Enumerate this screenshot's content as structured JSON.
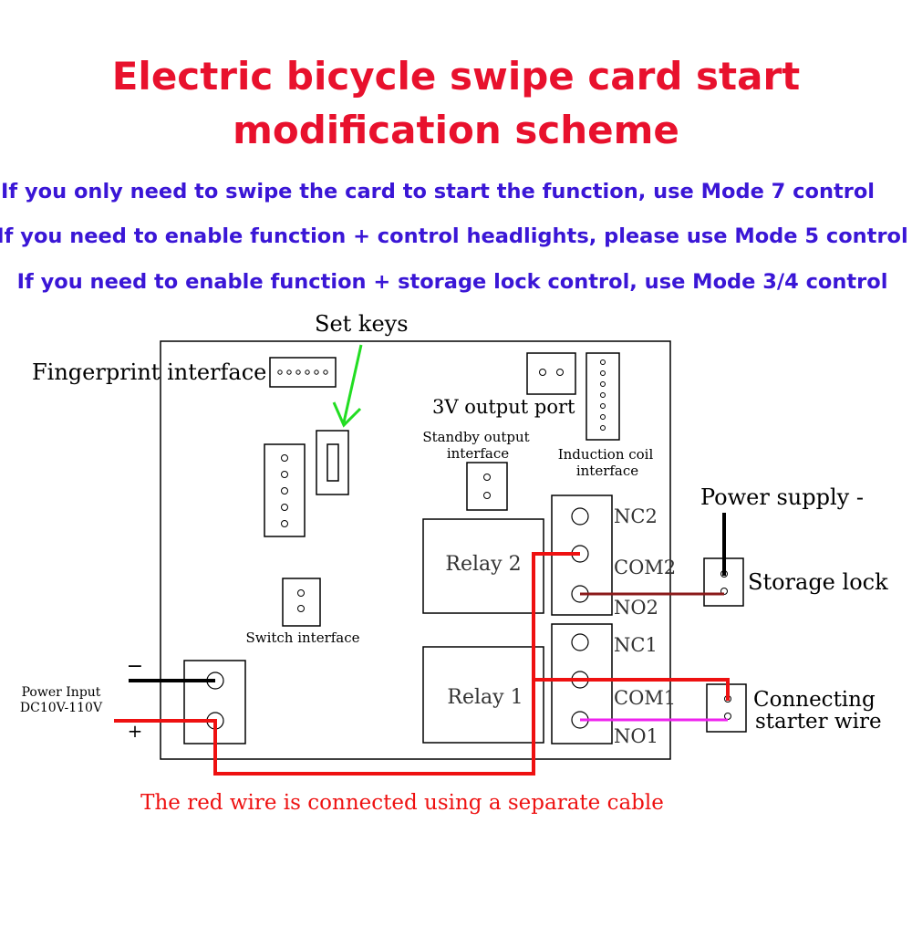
{
  "title": {
    "line1": "Electric bicycle swipe card start",
    "line2": "modification scheme"
  },
  "notes": [
    "If you only need to swipe the card to start the function, use Mode 7 control",
    "If you need to enable function + control headlights, please use Mode 5 control",
    "If you need to enable function + storage lock control, use Mode 3/4 control"
  ],
  "labels": {
    "set_keys": "Set keys",
    "fingerprint_interface": "Fingerprint interface",
    "output_3v": "3V output port",
    "standby_output_1": "Standby output",
    "standby_output_2": "interface",
    "induction_coil_1": "Induction coil",
    "induction_coil_2": "interface",
    "power_supply_neg": "Power supply -",
    "relay2": "Relay 2",
    "relay1": "Relay 1",
    "nc2": "NC2",
    "com2": "COM2",
    "no2": "NO2",
    "nc1": "NC1",
    "com1": "COM1",
    "no1": "NO1",
    "storage_lock": "Storage lock",
    "switch_interface": "Switch interface",
    "power_input_1": "Power Input",
    "power_input_2": "DC10V-110V",
    "minus": "−",
    "plus": "+",
    "connecting_1": "Connecting",
    "connecting_2": "starter wire",
    "red_wire_note": "The red wire is connected using a separate cable"
  },
  "colors": {
    "title": "#e8112d",
    "notes": "#3a16d6",
    "red_wire": "#ee1111",
    "black_wire": "#000000",
    "brown_wire": "#8b1a1a",
    "magenta_wire": "#ee22ee",
    "green_arrow": "#22dd22"
  }
}
